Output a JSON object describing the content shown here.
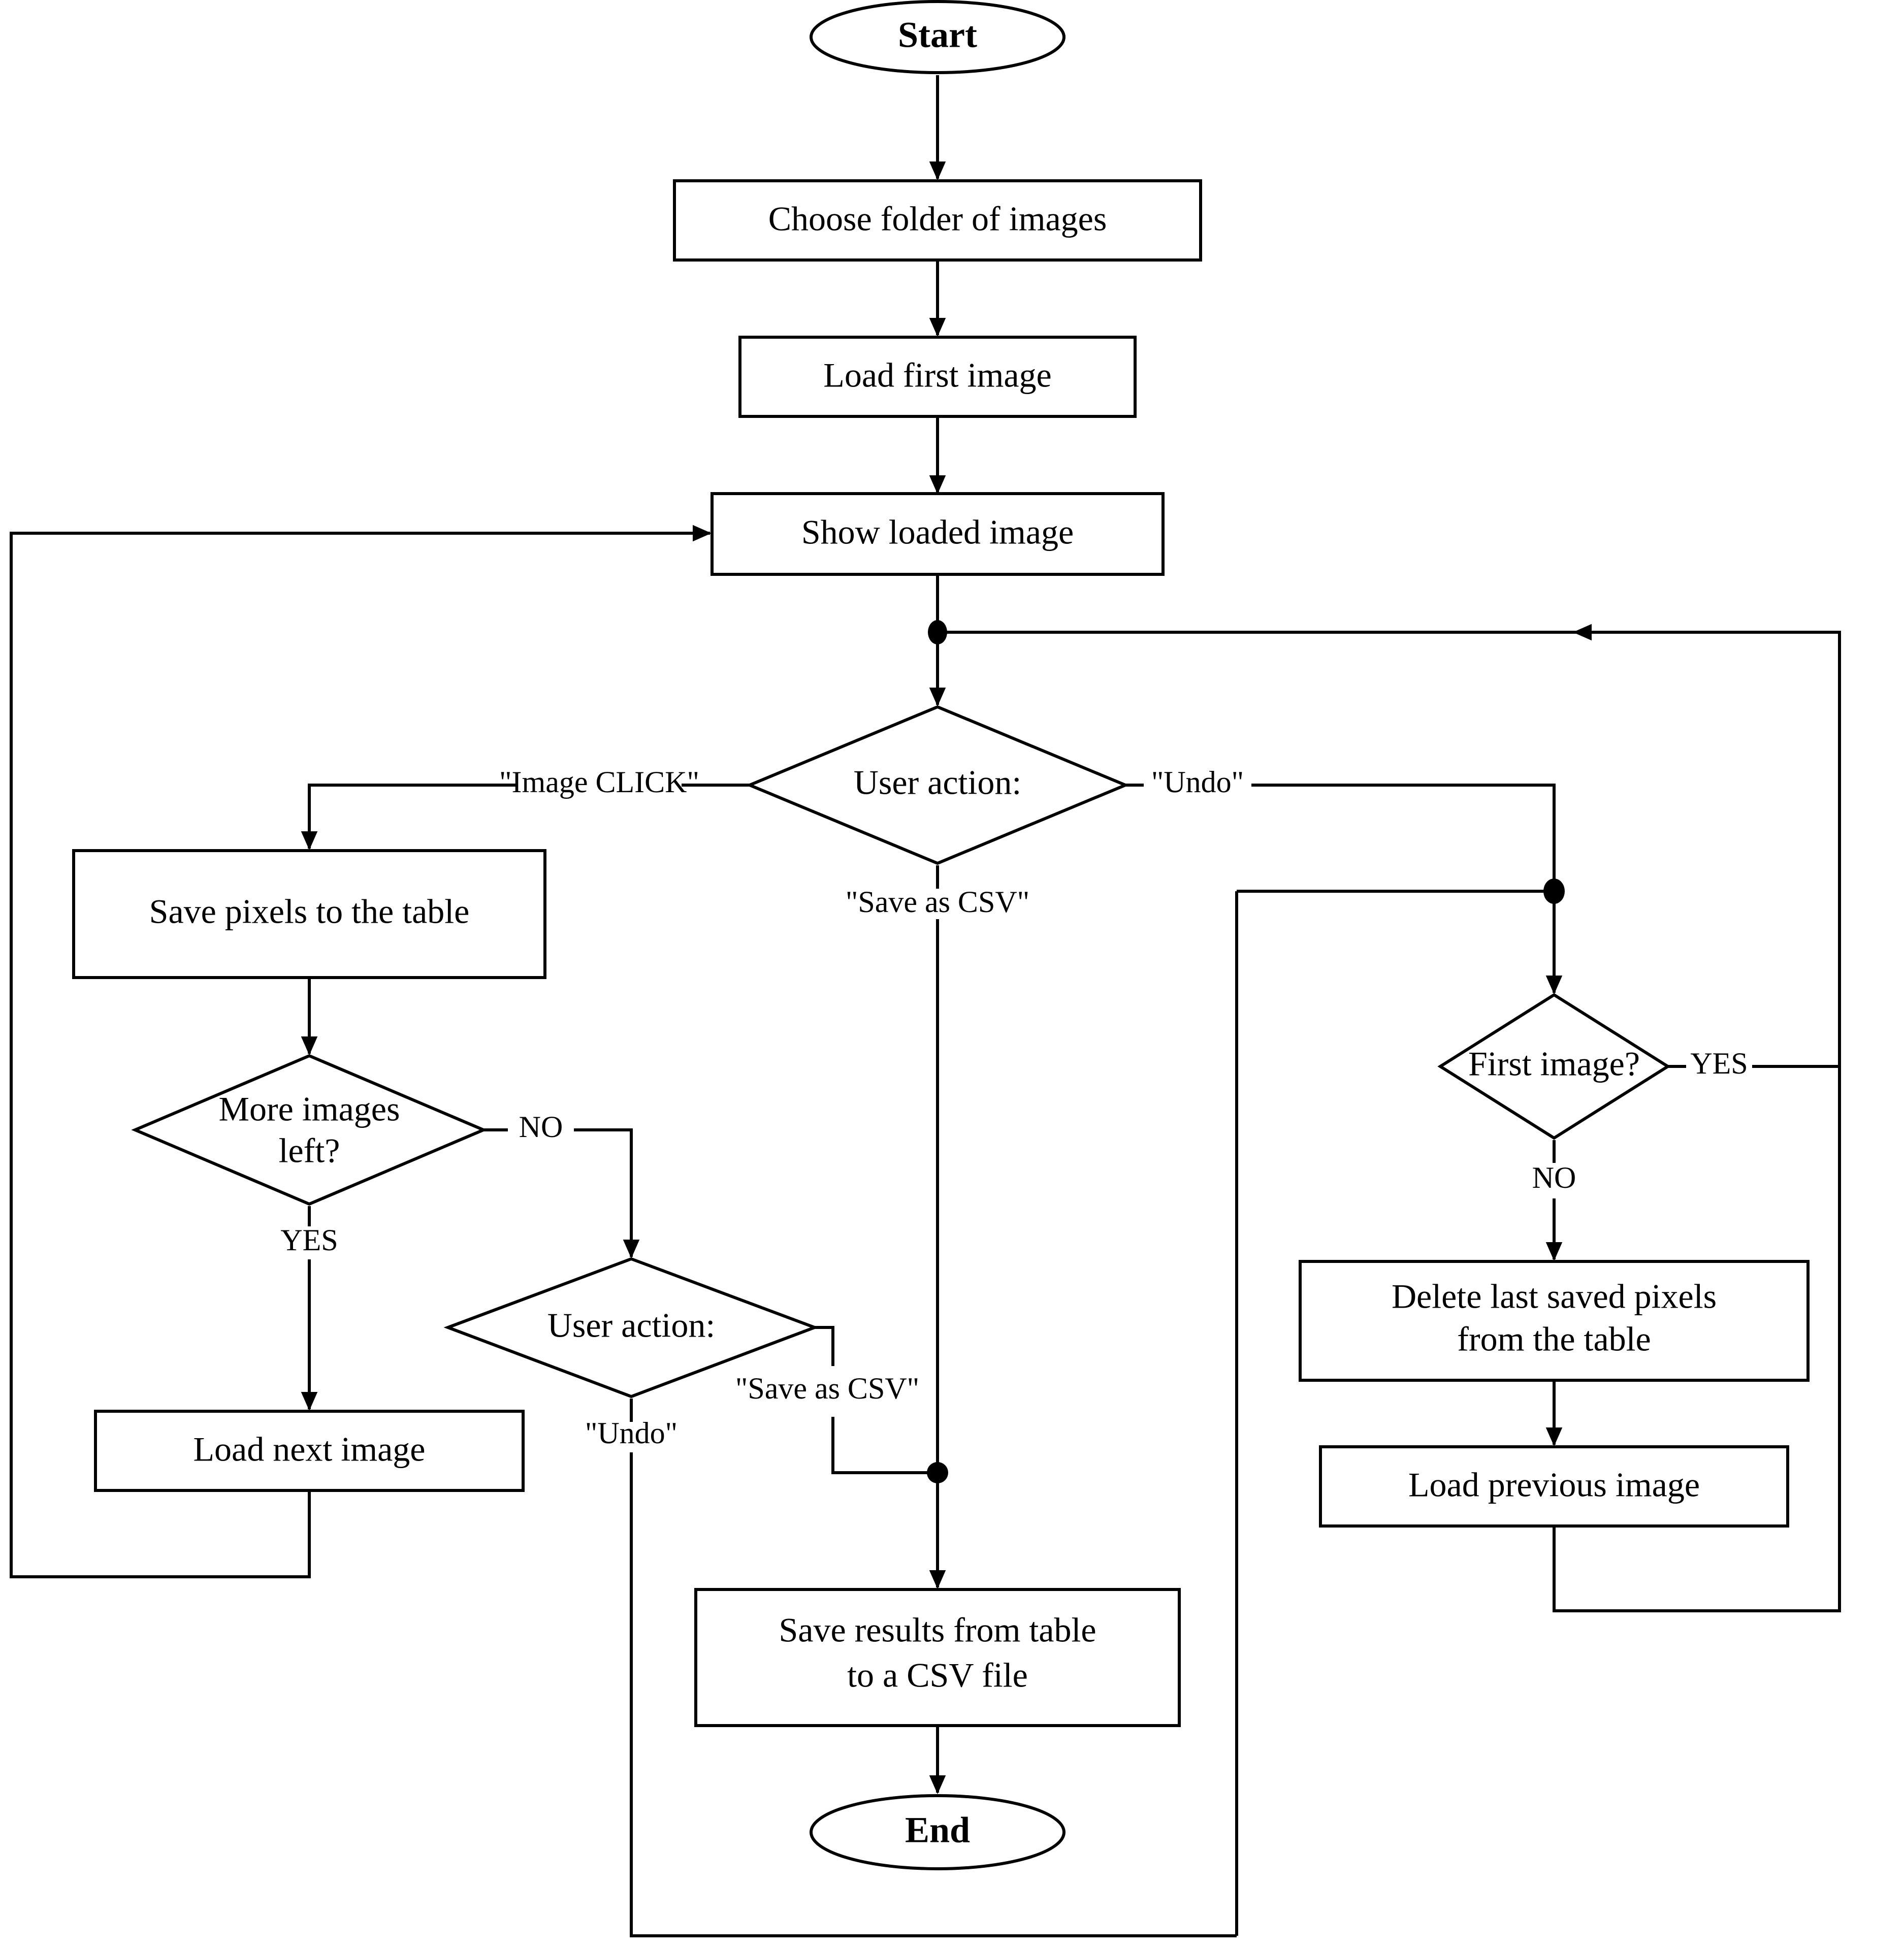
{
  "diagram": {
    "title_present": false,
    "background_color": "#ffffff",
    "line_color": "#000000",
    "nodes": [
      {
        "id": "start",
        "type": "terminal",
        "label": "Start"
      },
      {
        "id": "choose",
        "type": "process",
        "label": "Choose folder of images"
      },
      {
        "id": "loadfirst",
        "type": "process",
        "label": "Load first image"
      },
      {
        "id": "show",
        "type": "process",
        "label": "Show loaded image"
      },
      {
        "id": "useraction1",
        "type": "decision",
        "label": "User action:"
      },
      {
        "id": "savepixels",
        "type": "process",
        "label": "Save pixels to the table"
      },
      {
        "id": "moreimages",
        "type": "decision",
        "label_line1": "More images",
        "label_line2": "left?"
      },
      {
        "id": "loadnext",
        "type": "process",
        "label": "Load next image"
      },
      {
        "id": "useraction2",
        "type": "decision",
        "label": "User action:"
      },
      {
        "id": "firstimage",
        "type": "decision",
        "label": "First image?"
      },
      {
        "id": "deletepixels",
        "type": "process",
        "label_line1": "Delete last saved pixels",
        "label_line2": "from the table"
      },
      {
        "id": "loadprev",
        "type": "process",
        "label": "Load previous image"
      },
      {
        "id": "savecsv",
        "type": "process",
        "label_line1": "Save results from table",
        "label_line2": "to a CSV file"
      },
      {
        "id": "end",
        "type": "terminal",
        "label": "End"
      }
    ],
    "edge_labels": {
      "image_click": "\"Image CLICK\"",
      "undo_main": "\"Undo\"",
      "save_as_csv_main": "\"Save as CSV\"",
      "more_images_no": "NO",
      "more_images_yes": "YES",
      "undo_second": "\"Undo\"",
      "save_as_csv_second": "\"Save as CSV\"",
      "first_image_yes": "YES",
      "first_image_no": "NO"
    }
  }
}
